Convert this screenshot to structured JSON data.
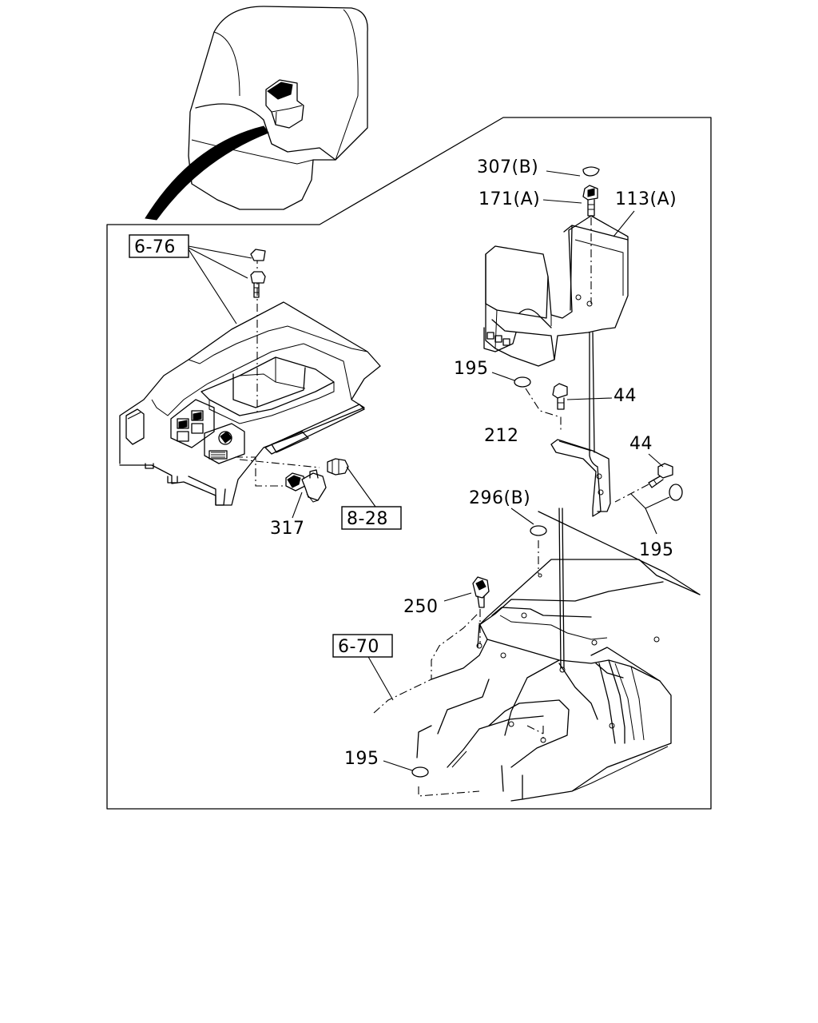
{
  "labels": {
    "p307b": "307(B)",
    "p171a": "171(A)",
    "p113a": "113(A)",
    "p195_top": "195",
    "p44_mid": "44",
    "p44_right": "44",
    "p212": "212",
    "p296b": "296(B)",
    "p195_right": "195",
    "p250": "250",
    "p195_bottom": "195",
    "p317": "317"
  },
  "refs": {
    "r676": "6-76",
    "r828": "8-28",
    "r670": "6-70"
  }
}
